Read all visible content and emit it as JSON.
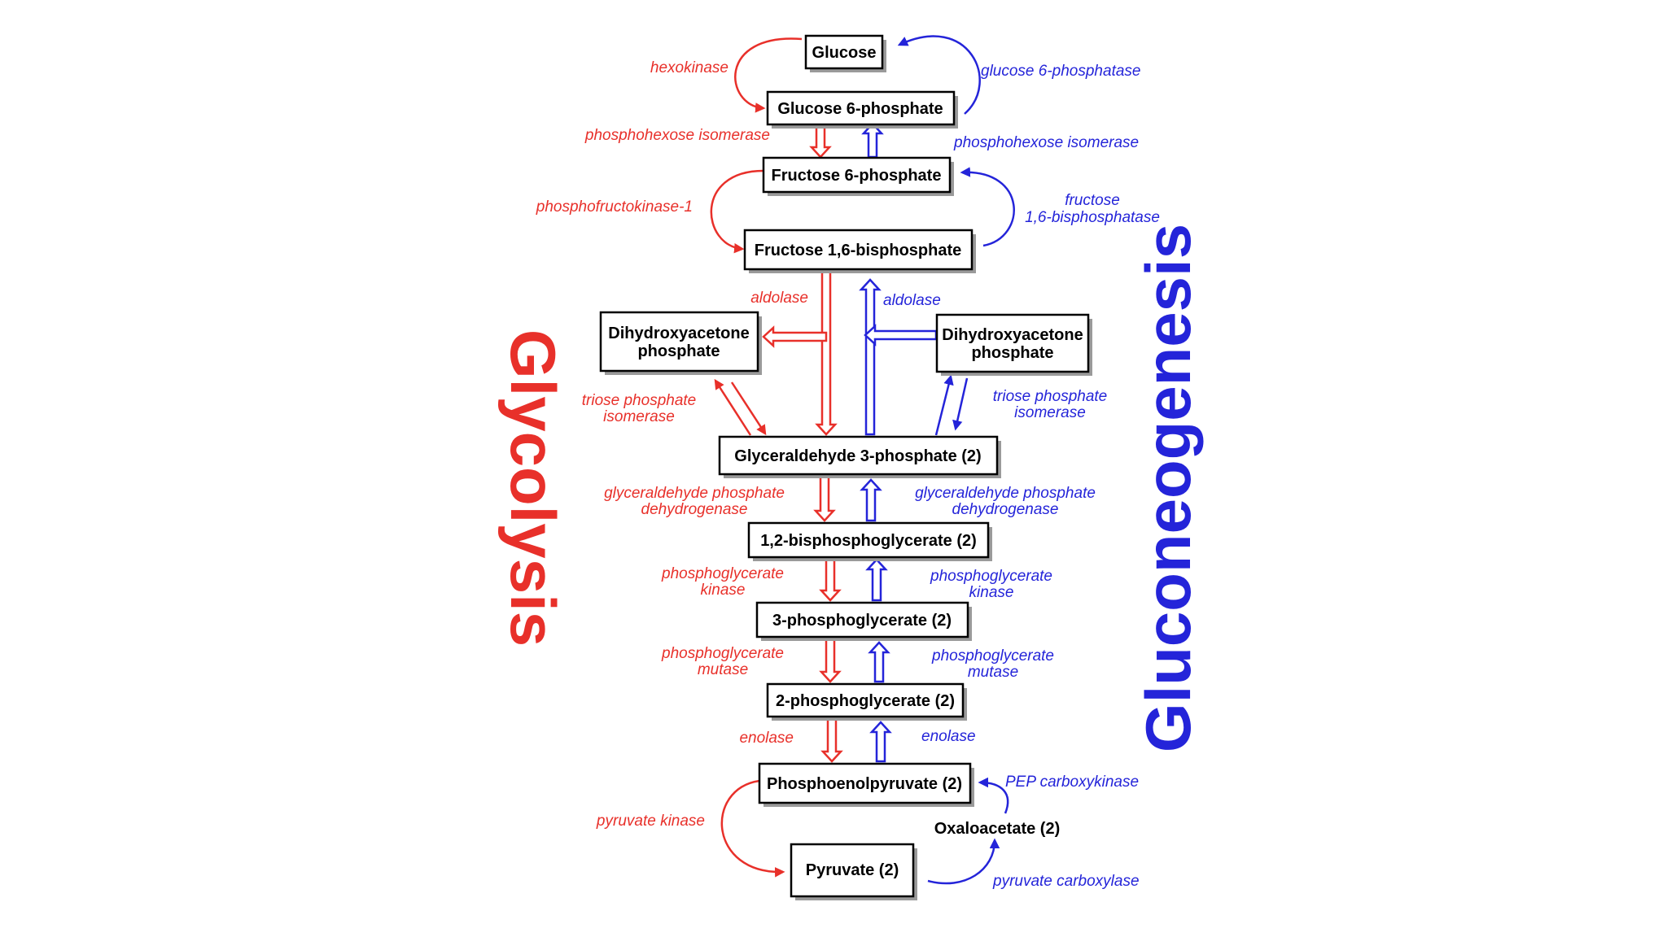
{
  "titles": {
    "glycolysis": "Glycolysis",
    "gluconeogenesis": "Gluconeogenesis"
  },
  "metabolites": {
    "glucose": "Glucose",
    "g6p": "Glucose 6-phosphate",
    "f6p": "Fructose 6-phosphate",
    "f16bp": "Fructose 1,6-bisphosphate",
    "dhap_left_1": "Dihydroxyacetone",
    "dhap_left_2": "phosphate",
    "dhap_right_1": "Dihydroxyacetone",
    "dhap_right_2": "phosphate",
    "g3p": "Glyceraldehyde 3-phosphate (2)",
    "bpg": "1,2-bisphosphoglycerate (2)",
    "pg3": "3-phosphoglycerate (2)",
    "pg2": "2-phosphoglycerate (2)",
    "pep": "Phosphoenolpyruvate (2)",
    "oaa": "Oxaloacetate (2)",
    "pyruvate": "Pyruvate (2)"
  },
  "enzymes_glycolysis": {
    "hexokinase": "hexokinase",
    "phi": "phosphohexose isomerase",
    "pfk": "phosphofructokinase-1",
    "aldolase": "aldolase",
    "tpi_1": "triose phosphate",
    "tpi_2": "isomerase",
    "gapdh_1": "glyceraldehyde phosphate",
    "gapdh_2": "dehydrogenase",
    "pgk_1": "phosphoglycerate",
    "pgk_2": "kinase",
    "pgm_1": "phosphoglycerate",
    "pgm_2": "mutase",
    "enolase": "enolase",
    "pk": "pyruvate kinase"
  },
  "enzymes_gluconeogenesis": {
    "g6pase": "glucose 6-phosphatase",
    "phi": "phosphohexose isomerase",
    "fbpase_1": "fructose",
    "fbpase_2": "1,6-bisphosphatase",
    "aldolase": "aldolase",
    "tpi_1": "triose phosphate",
    "tpi_2": "isomerase",
    "gapdh_1": "glyceraldehyde phosphate",
    "gapdh_2": "dehydrogenase",
    "pgk_1": "phosphoglycerate",
    "pgk_2": "kinase",
    "pgm_1": "phosphoglycerate",
    "pgm_2": "mutase",
    "enolase": "enolase",
    "pepck": "PEP carboxykinase",
    "pc": "pyruvate carboxylase"
  },
  "colors": {
    "glycolysis": "#e8302a",
    "gluconeogenesis": "#2424d9",
    "box_border": "#000000",
    "box_shadow": "#9a9a9a"
  }
}
